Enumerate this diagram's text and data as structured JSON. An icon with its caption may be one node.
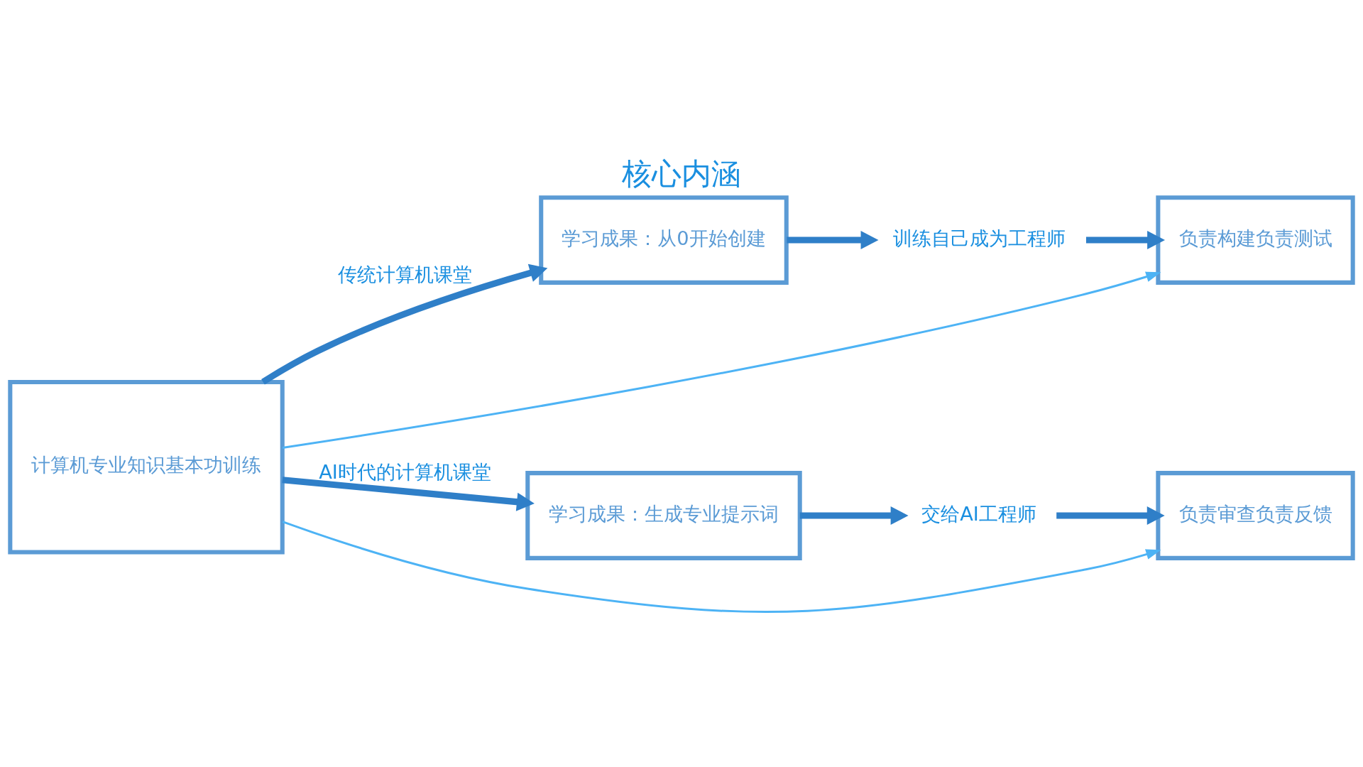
{
  "diagram": {
    "title": "核心内涵",
    "nodes": [
      {
        "text": [
          "计算机专业知识基本功训练"
        ]
      },
      {
        "text": [
          "学习成果：从0开始创建"
        ]
      },
      {
        "text": [
          "训练自己成为工程师"
        ]
      },
      {
        "text": [
          "负责构建负责测试"
        ]
      },
      {
        "text": [
          "学习成果：生成专业提示词"
        ]
      },
      {
        "text": [
          "交给AI工程师"
        ]
      },
      {
        "text": [
          "负责审查负责反馈"
        ]
      }
    ],
    "edges": [
      {
        "from": 0,
        "to": 1,
        "arrow": "to",
        "label": "传统计算机课堂"
      },
      {
        "from": 1,
        "to": 2,
        "arrow": "to"
      },
      {
        "from": 2,
        "to": 3,
        "arrow": "to"
      },
      {
        "from": 0,
        "to": 3,
        "arrow": "to",
        "color": "#4db3f5"
      },
      {
        "from": 0,
        "to": 4,
        "arrow": "to",
        "label": "AI时代的计算机课堂"
      },
      {
        "from": 4,
        "to": 5,
        "arrow": "to"
      },
      {
        "from": 5,
        "to": 6,
        "arrow": "to"
      },
      {
        "from": 0,
        "to": 6,
        "arrow": "to",
        "color": "#4db3f5"
      }
    ]
  }
}
